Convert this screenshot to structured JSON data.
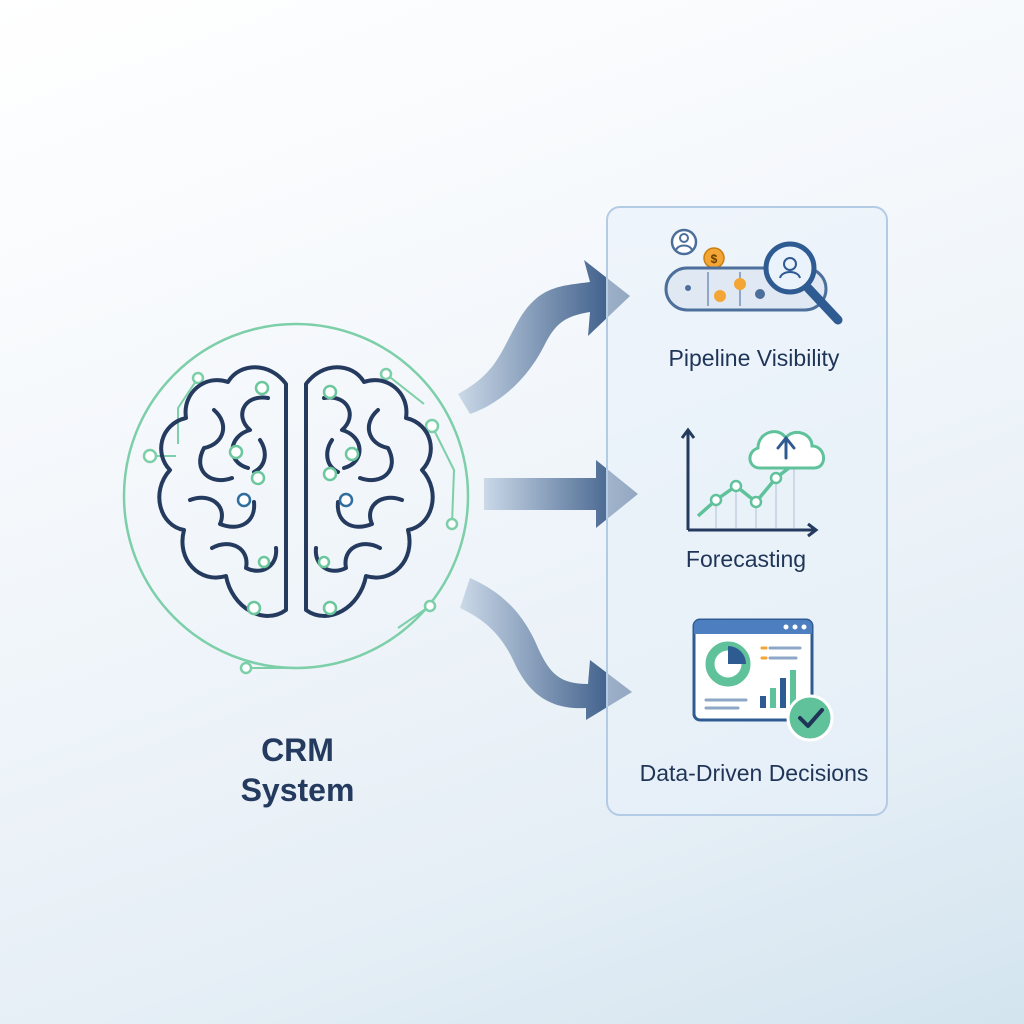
{
  "source": {
    "title_line1": "CRM",
    "title_line2": "System"
  },
  "outputs": [
    {
      "label": "Pipeline Visibility",
      "icon": "pipeline-magnifier-icon"
    },
    {
      "label": "Forecasting",
      "icon": "growth-chart-cloud-icon"
    },
    {
      "label": "Data-Driven Decisions",
      "icon": "dashboard-checkmark-icon"
    }
  ],
  "icons": {
    "center": "brain-circuit-icon",
    "connectors": "curved-arrow-icon"
  },
  "colors": {
    "navy": "#243a5e",
    "teal": "#5fc29a",
    "orange": "#f3a535",
    "blue": "#4d7fc0"
  }
}
